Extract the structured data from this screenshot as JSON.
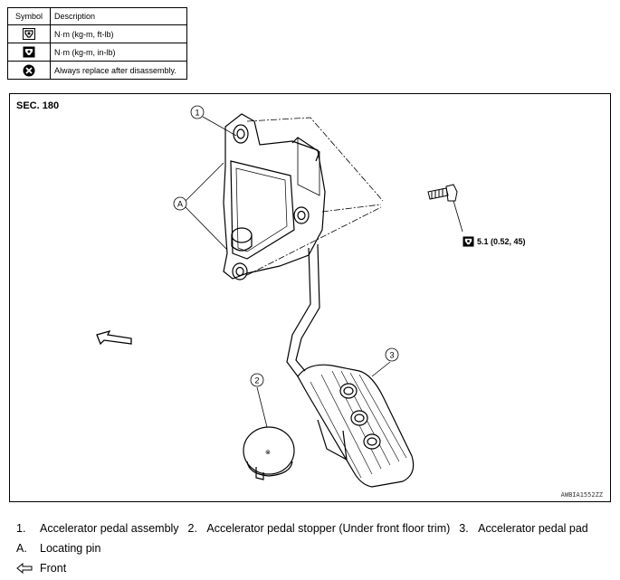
{
  "symbol_table": {
    "headers": {
      "symbol": "Symbol",
      "description": "Description"
    },
    "rows": [
      {
        "icon": "torque-wrench-icon",
        "description": "N·m (kg-m, ft-lb)"
      },
      {
        "icon": "torque-wrench-small-icon",
        "description": "N·m (kg-m, in-lb)"
      },
      {
        "icon": "replace-icon",
        "description": "Always replace after disassembly."
      }
    ]
  },
  "figure": {
    "section": "SEC. 180",
    "torque_spec": "5.1 (0.52, 45)",
    "figure_id": "AWBIA1552ZZ",
    "callouts": [
      "1",
      "2",
      "3",
      "A"
    ]
  },
  "legend": {
    "parts": [
      {
        "num": "1.",
        "label": "Accelerator pedal assembly"
      },
      {
        "num": "2.",
        "label": "Accelerator pedal stopper (Under front floor trim)"
      },
      {
        "num": "3.",
        "label": "Accelerator pedal pad"
      }
    ],
    "pin": {
      "letter": "A.",
      "label": "Locating pin"
    },
    "front": {
      "icon": "front-arrow-icon",
      "label": "Front"
    }
  }
}
